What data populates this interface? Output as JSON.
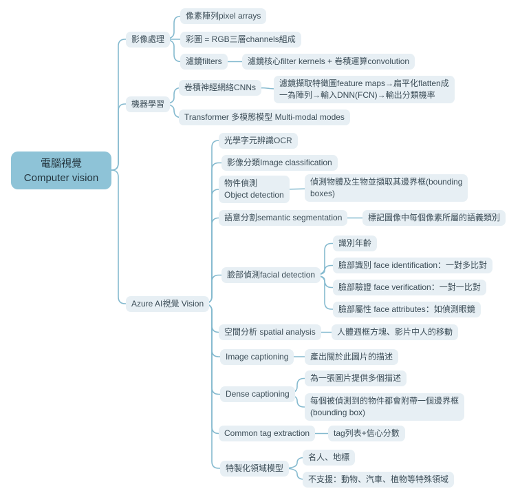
{
  "colors": {
    "root_bg": "#8ec3d7",
    "node_bg": "#e7eff4",
    "line": "#85bacf",
    "text": "#3c4d57",
    "root_text": "#23343d"
  },
  "mindmap": {
    "root": "電腦視覺\nComputer vision",
    "image_processing": {
      "label": "影像處理",
      "pixel_arrays": "像素陣列pixel arrays",
      "rgb": "彩圖 = RGB三層channels組成",
      "filters": "濾鏡filters",
      "filter_kernels": "濾鏡核心filter kernels + 卷積運算convolution"
    },
    "machine_learning": {
      "label": "機器學習",
      "cnns": "卷積神經網絡CNNs",
      "cnn_process": "濾鏡擷取特徵圖feature maps→扁平化flatten成\n一為陣列→輸入DNN(FCN)→輸出分類機率",
      "transformer": "Transformer 多模態模型 Multi-modal modes"
    },
    "azure": {
      "label": "Azure AI視覺 Vision",
      "ocr": "光學字元辨識OCR",
      "image_classification": "影像分類Image classification",
      "object_detection": "物件偵測\nObject detection",
      "object_detection_desc": "偵測物體及生物並擷取其邊界框(bounding\nboxes)",
      "semantic_segmentation": "語意分割semantic segmentation",
      "semantic_desc": "標記圖像中每個像素所屬的語義類別",
      "facial_detection": "臉部偵測facial detection",
      "age": "識別年齡",
      "face_identification": "臉部識別 face identification：一對多比對",
      "face_verification": "臉部驗證 face verification：一對一比對",
      "face_attributes": "臉部屬性 face attributes：如偵測眼鏡",
      "spatial_analysis": "空間分析 spatial analysis",
      "spatial_desc": "人體週框方塊、影片中人的移動",
      "image_captioning": "Image captioning",
      "image_captioning_desc": "產出關於此圖片的描述",
      "dense_captioning": "Dense captioning",
      "dense_desc1": "為一張圖片提供多個描述",
      "dense_desc2": "每個被偵測到的物件都會附帶一個邊界框\n(bounding box)",
      "common_tag": "Common tag extraction",
      "tag_desc": "tag列表+信心分數",
      "custom_models": "特製化領域模型",
      "custom_desc1": "名人、地標",
      "custom_desc2": "不支援：動物、汽車、植物等特殊領域"
    }
  }
}
